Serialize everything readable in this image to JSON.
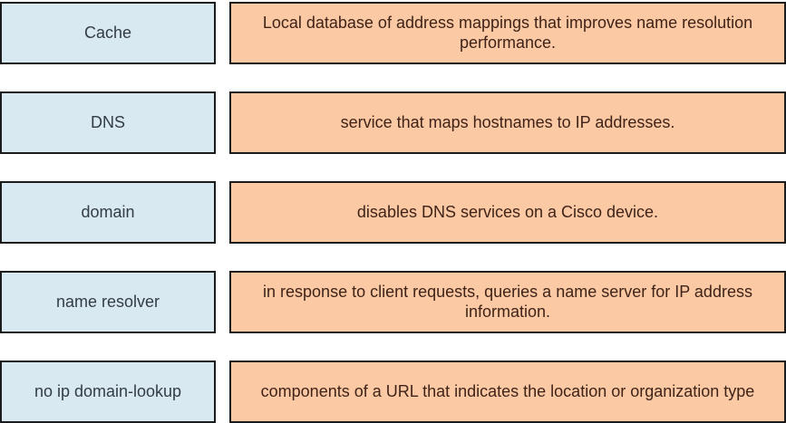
{
  "colors": {
    "background": "#ffffff",
    "border": "#1b1b1b",
    "term_fill": "#d9e9f1",
    "definition_fill": "#fbc9a4",
    "term_text": "#333c44",
    "definition_text": "#402318"
  },
  "pairs": [
    {
      "term": "Cache",
      "definition": "Local database of address mappings that improves name resolution performance."
    },
    {
      "term": "DNS",
      "definition": "service that maps hostnames to IP addresses."
    },
    {
      "term": "domain",
      "definition": "disables DNS services on a Cisco device."
    },
    {
      "term": "name resolver",
      "definition": "in response to client requests, queries a name server for IP address information."
    },
    {
      "term": "no ip domain-lookup",
      "definition": "components of a URL that indicates the location or organization type"
    }
  ]
}
